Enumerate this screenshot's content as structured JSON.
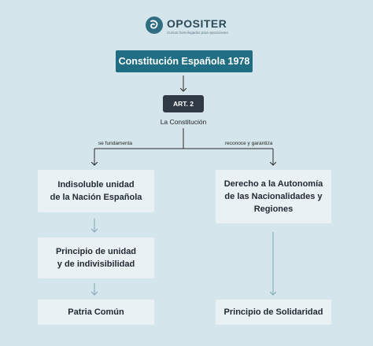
{
  "brand": {
    "name": "OPOSITER",
    "tagline": "Cursos homologados para oposiciones"
  },
  "diagram": {
    "title": "Constitución Española 1978",
    "article": "ART. 2",
    "subject": "La Constitución",
    "left_edge_label": "se fundamenta",
    "right_edge_label": "reconoce y garantiza",
    "left_branch": [
      {
        "line1": "Indisoluble unidad",
        "line2": "de la Nación Española"
      },
      {
        "line1": "Principio de unidad",
        "line2": "y de indivisibilidad"
      },
      {
        "line1": "Patria Común"
      }
    ],
    "right_branch": [
      {
        "line1": "Derecho a la Autonomía",
        "line2": "de las Nacionalidades y",
        "line3": "Regiones"
      },
      {
        "line1": "Principio de Solidaridad"
      }
    ]
  },
  "colors": {
    "background": "#d4e5ec",
    "title_box": "#1f6e83",
    "article_box": "#2f3a45",
    "node_fill": "#e9f1f5",
    "arrow_light": "#7fa7b6",
    "connector": "#2b2b2b"
  }
}
